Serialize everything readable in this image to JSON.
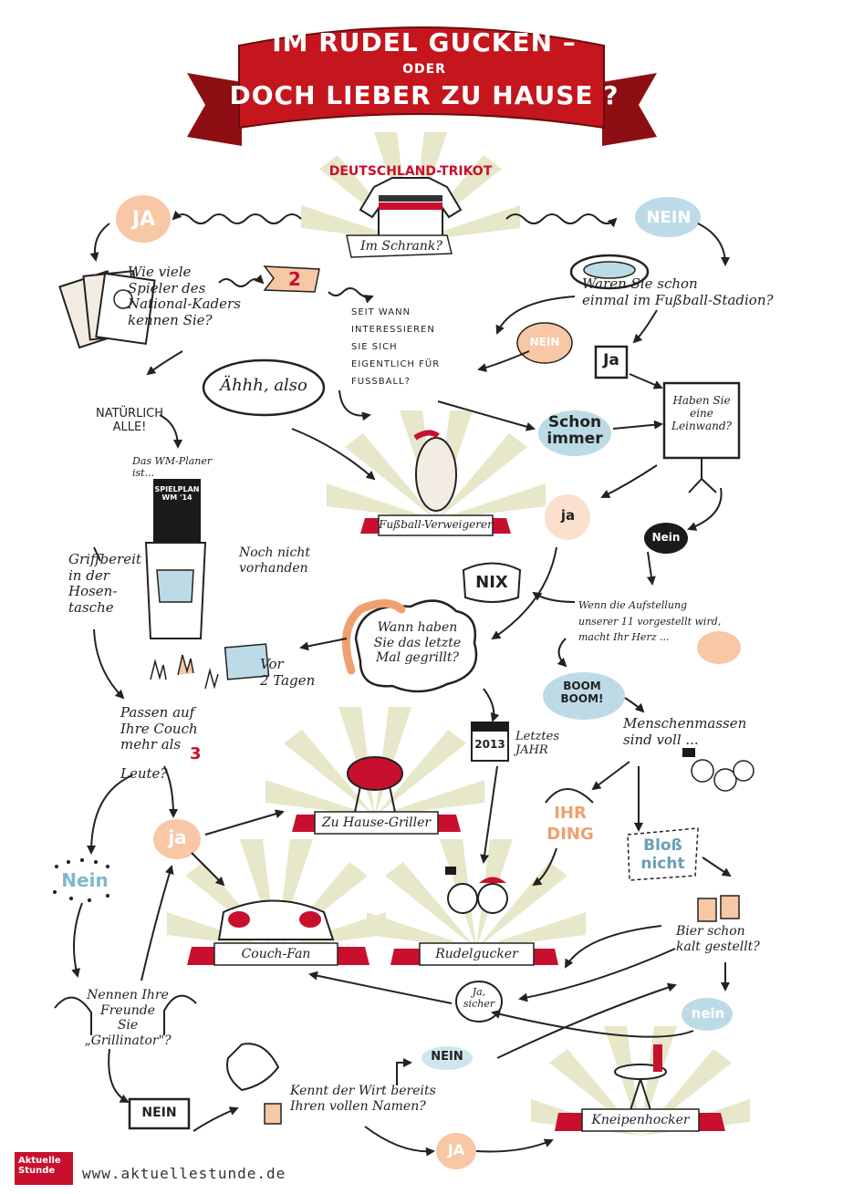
{
  "banner": {
    "line1": "IM RUDEL GUCKEN –",
    "line2": "ODER",
    "line3": "DOCH LIEBER ZU HAUSE ?"
  },
  "colors": {
    "banner_red": "#c4161c",
    "banner_dark": "#8e0f13",
    "sunburst": "#e7e7c9",
    "orange_blob": "#f7c7a6",
    "blue_blob": "#bcdbe6",
    "ribbon_red": "#c8102e"
  },
  "top": {
    "trikot_title": "DEUTSCHLAND-TRIKOT",
    "trikot_tag": "Im Schrank?",
    "ja": "JA",
    "nein": "NEIN"
  },
  "left": {
    "spieler_q": "Wie viele\nSpieler des\nNational-Kaders\nkennen Sie?",
    "zwei": "2",
    "natuerlich": "NATÜRLICH\nALLE!",
    "wm_planer": "Das WM-Planer\nist...",
    "spielplan": "SPIELPLAN\nWM '14",
    "griffbereit": "Griffbereit\nin der\nHosen-\ntasche",
    "noch_nicht": "Noch nicht\nvorhanden",
    "aehhh": "Ähhh, also",
    "passen": "Passen auf\nIhre Couch\nmehr als",
    "passen_num": "3",
    "passen_end": "Leute?",
    "nein_left": "Nein",
    "ja_mid": "ja",
    "nennen": "Nennen Ihre\nFreunde\nSie\n„Grillinator\"?",
    "nein_box": "NEIN"
  },
  "center": {
    "seit_wann": "SEIT WANN\nINTERESSIEREN\nSIE SICH\nEIGENTLICH FÜR\nFUSSBALL?",
    "fussball_verweigerer": "Fußball-Verweigerer",
    "nix": "NIX",
    "grill_q": "Wann haben\nSie das letzte\nMal gegrillt?",
    "vor_tagen": "Vor\n2 Tagen",
    "jahr_num": "2013",
    "letztes_jahr": "Letztes\nJAHR",
    "zu_hause_griller": "Zu Hause-Griller",
    "couch_fan": "Couch-Fan",
    "rudelgucker": "Rudelgucker",
    "ihr_ding": "IHR\nDING",
    "ja_sicher": "Ja,\nsicher",
    "nein_wirt": "NEIN",
    "wirt_q": "Kennt der Wirt bereits\nIhren vollen Namen?",
    "ja_bottom": "JA"
  },
  "right": {
    "stadion_q": "Waren Sie schon\neinmal im Fußball-Stadion?",
    "nein_bubble": "NEIN",
    "ja_box": "Ja",
    "schon_immer": "Schon\nimmer",
    "leinwand": "Haben Sie\neine\nLeinwand?",
    "ja_small": "ja",
    "nein_dark": "Nein",
    "aufstellung": "Wenn die Aufstellung\nunserer 11 vorgestellt wird,\nmacht Ihr Herz ...",
    "boom": "BOOM\nBOOM!",
    "menschen": "Menschenmassen\nsind voll ...",
    "bloss_nicht": "Bloß\nnicht",
    "bier": "Bier schon\nkalt gestellt?",
    "nein_right": "nein",
    "kneipenhocker": "Kneipenhocker"
  },
  "footer": {
    "logo_line1": "Aktuelle",
    "logo_line2": "Stunde",
    "site": "www.aktuellestunde.de"
  }
}
